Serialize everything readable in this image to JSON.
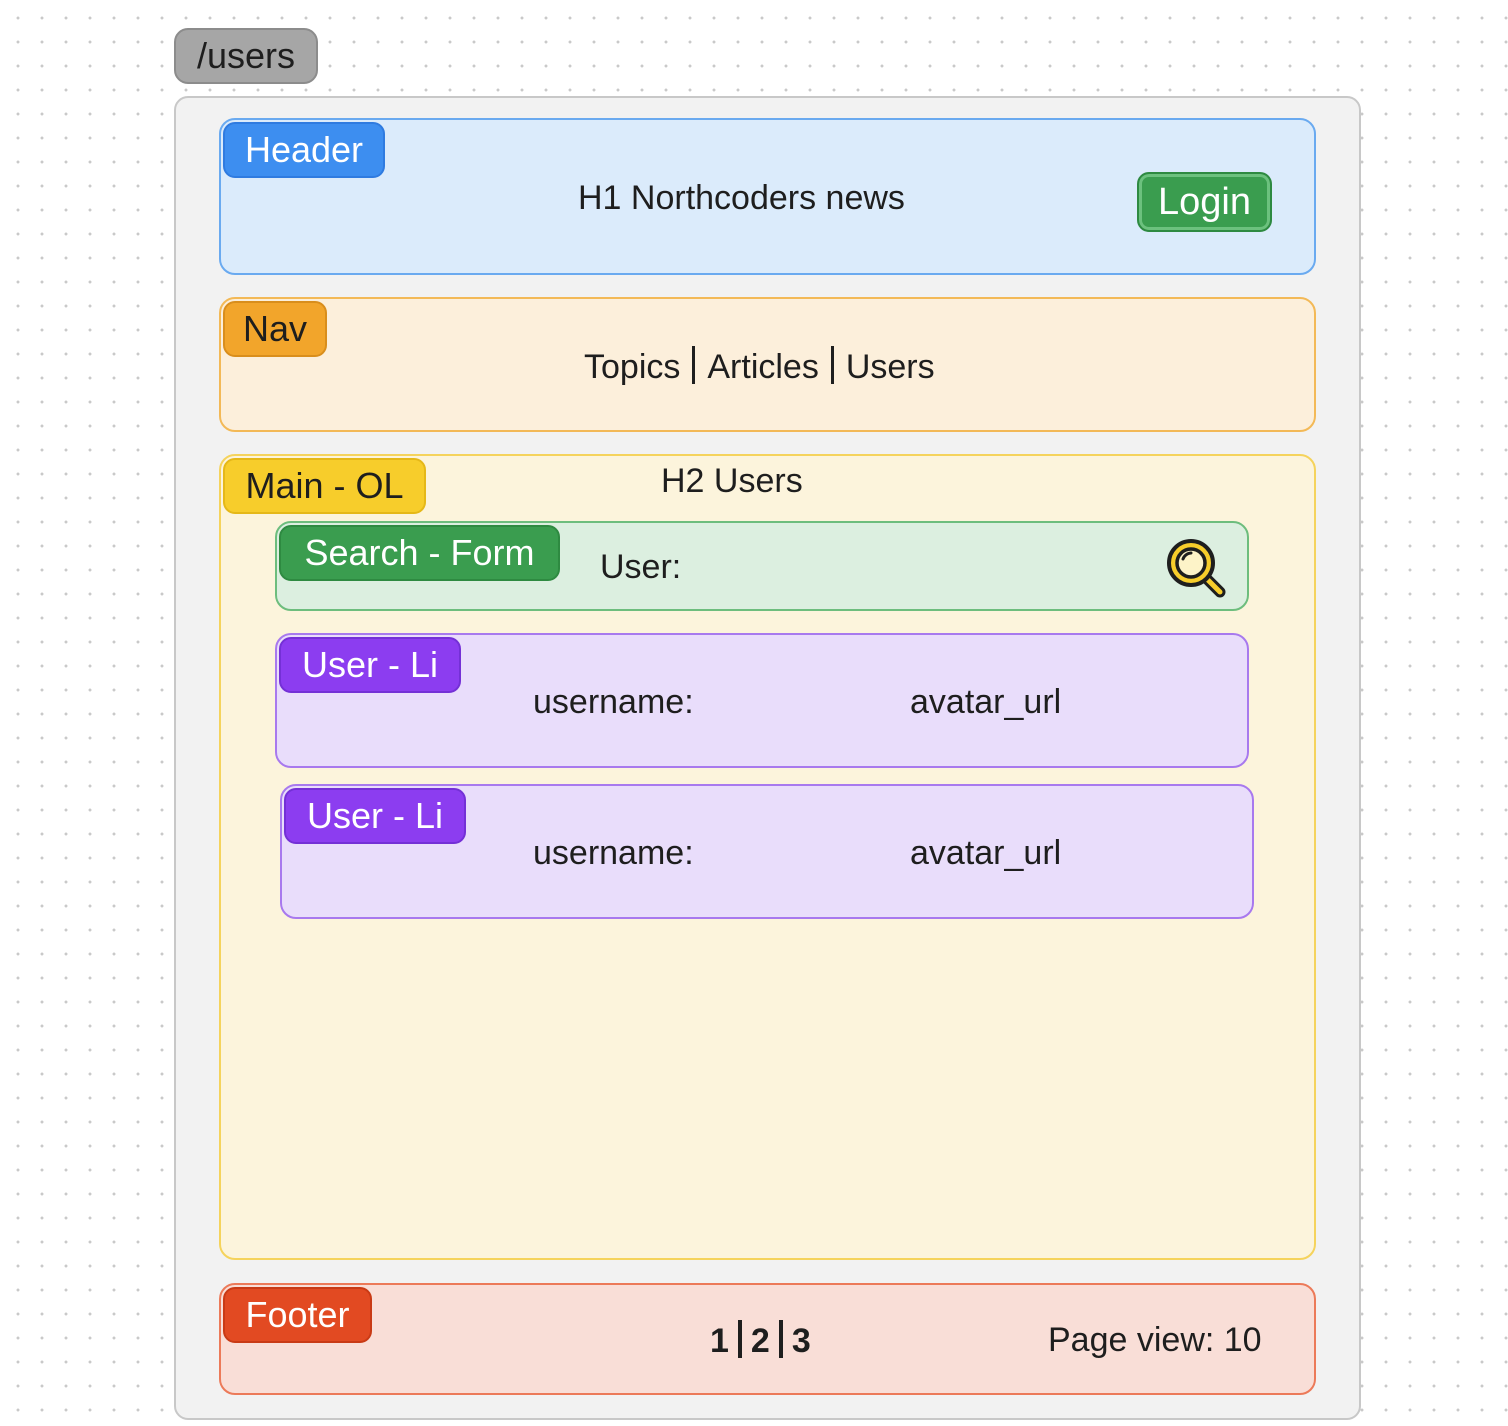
{
  "route": "/users",
  "header": {
    "tag": "Header",
    "title": "H1 Northcoders news",
    "login_label": "Login"
  },
  "nav": {
    "tag": "Nav",
    "links": [
      "Topics",
      "Articles",
      "Users"
    ]
  },
  "main": {
    "tag": "Main - OL",
    "heading": "H2 Users",
    "search": {
      "tag": "Search - Form",
      "label": "User:",
      "icon": "magnifier-icon"
    },
    "users": [
      {
        "tag": "User - Li",
        "username_label": "username:",
        "avatar_label": "avatar_url"
      },
      {
        "tag": "User - Li",
        "username_label": "username:",
        "avatar_label": "avatar_url"
      }
    ]
  },
  "footer": {
    "tag": "Footer",
    "pages": [
      "1",
      "2",
      "3"
    ],
    "page_view": "Page view: 10"
  },
  "colors": {
    "header_tag": "#3d8ef0",
    "login": "#3a9d4f",
    "nav_tag": "#f2a52b",
    "main_tag": "#f7cd2b",
    "search_tag": "#3a9d4f",
    "user_tag": "#8c3df0",
    "footer_tag": "#e24a22"
  }
}
